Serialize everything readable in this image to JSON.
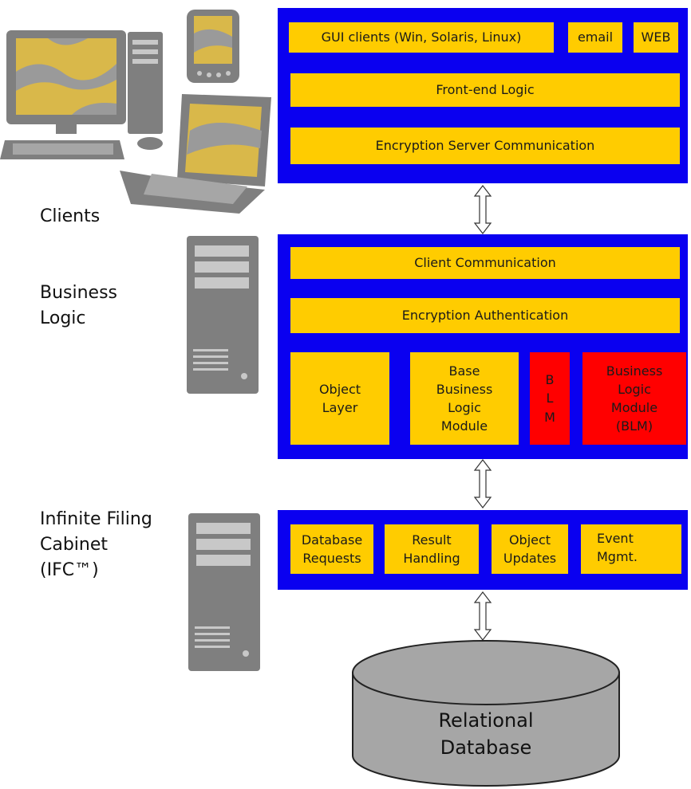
{
  "labels": {
    "clients": "Clients",
    "business_logic": "Business\n Logic",
    "ifc": "Infinite Filing\nCabinet\n (IFC™)"
  },
  "clients_tier": {
    "gui_clients": "GUI clients (Win, Solaris, Linux)",
    "email": "email",
    "web": "WEB",
    "front_end": "Front-end Logic",
    "encryption_comm": "Encryption Server Communication"
  },
  "business_tier": {
    "client_comm": "Client Communication",
    "encryption_auth": "Encryption Authentication",
    "object_layer": "Object\nLayer",
    "base_blm": "Base\nBusiness\nLogic\nModule",
    "blm_short": "B\nL\nM",
    "blm": "Business\nLogic\nModule\n(BLM)"
  },
  "ifc_tier": {
    "db_requests": "Database\nRequests",
    "result_handling": "Result\nHandling",
    "object_updates": "Object\nUpdates",
    "event_mgmt": "Event\nMgmt."
  },
  "database": {
    "label": "Relational\nDatabase"
  },
  "colors": {
    "tier_blue": "#0a00f0",
    "box_yellow": "#ffcc00",
    "box_red": "#ff0000",
    "device_gray": "#7f7f7f",
    "screen_yellow": "#d9b84a",
    "db_gray": "#a6a6a6"
  },
  "icons": [
    "desktop-computer-icon",
    "pda-icon",
    "laptop-icon",
    "server-tower-icon",
    "database-cylinder-icon",
    "bidirectional-arrow-icon"
  ]
}
